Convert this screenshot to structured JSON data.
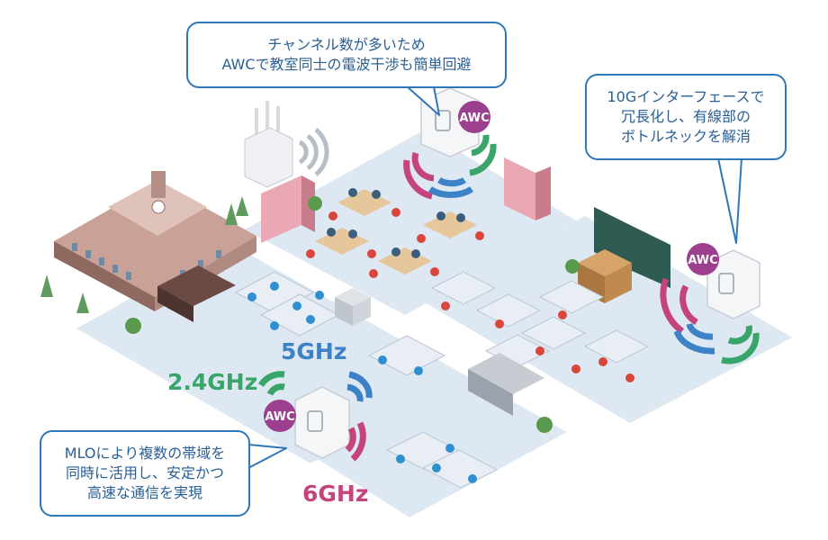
{
  "callouts": {
    "top": [
      "チャンネル数が多いため",
      "AWCで教室同士の電波干渉も簡単回避"
    ],
    "right": [
      "10Gインターフェースで",
      "冗長化し、有線部の",
      "ボトルネックを解消"
    ],
    "left": [
      "MLOにより複数の帯域を",
      "同時に活用し、安定かつ",
      "高速な通信を実現"
    ]
  },
  "bands": {
    "band_5": "5GHz",
    "band_24": "2.4GHz",
    "band_6": "6GHz"
  },
  "ap_label": "AWC",
  "colors": {
    "accent_blue": "#2f78b7",
    "band_5": "#3d82c7",
    "band_24": "#3aa56a",
    "band_6": "#c4457e",
    "awc_badge": "#9b3f8e",
    "floor": "#dde8f3"
  }
}
